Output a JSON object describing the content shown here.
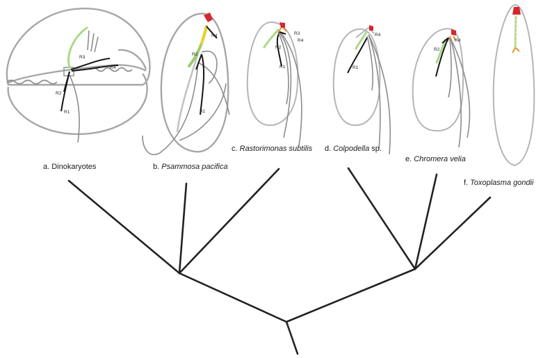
{
  "panels": {
    "a": {
      "prefix": "a. ",
      "name": "Dinokaryotes",
      "suffix": ""
    },
    "b": {
      "prefix": "b. ",
      "name": "Psammosa pacifica",
      "suffix": ""
    },
    "c": {
      "prefix": "c. ",
      "name": "Rastorimonas subtilis",
      "suffix": ""
    },
    "d": {
      "prefix": "d. ",
      "name": "Colpodella",
      "suffix": " sp."
    },
    "e": {
      "prefix": "e. ",
      "name": "Chromera velia",
      "suffix": ""
    },
    "f": {
      "prefix": "f. ",
      "name": "Toxoplasma gondii",
      "suffix": ""
    }
  },
  "root_labels": {
    "r1": "R1",
    "r2": "R2",
    "r3": "R3",
    "r4": "R4"
  },
  "colors": {
    "cell_outline": "#a6a6a6",
    "flagella": "#8c8c8c",
    "microtubular_root": "#151515",
    "green_structure": "#a9d98a",
    "apical_red": "#d8262c",
    "apical_orange": "#e8922a",
    "tree_lines": "#222222"
  }
}
